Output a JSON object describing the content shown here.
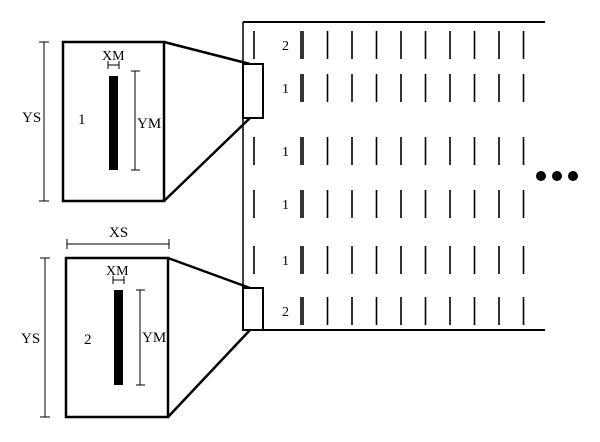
{
  "labels": {
    "ys": "YS",
    "xs": "XS",
    "xm": "XM",
    "ym": "YM",
    "cell_top": "1",
    "cell_bottom": "2"
  },
  "row_labels": [
    "2",
    "1",
    "1",
    "1",
    "1",
    "2"
  ],
  "continuation": "•••"
}
